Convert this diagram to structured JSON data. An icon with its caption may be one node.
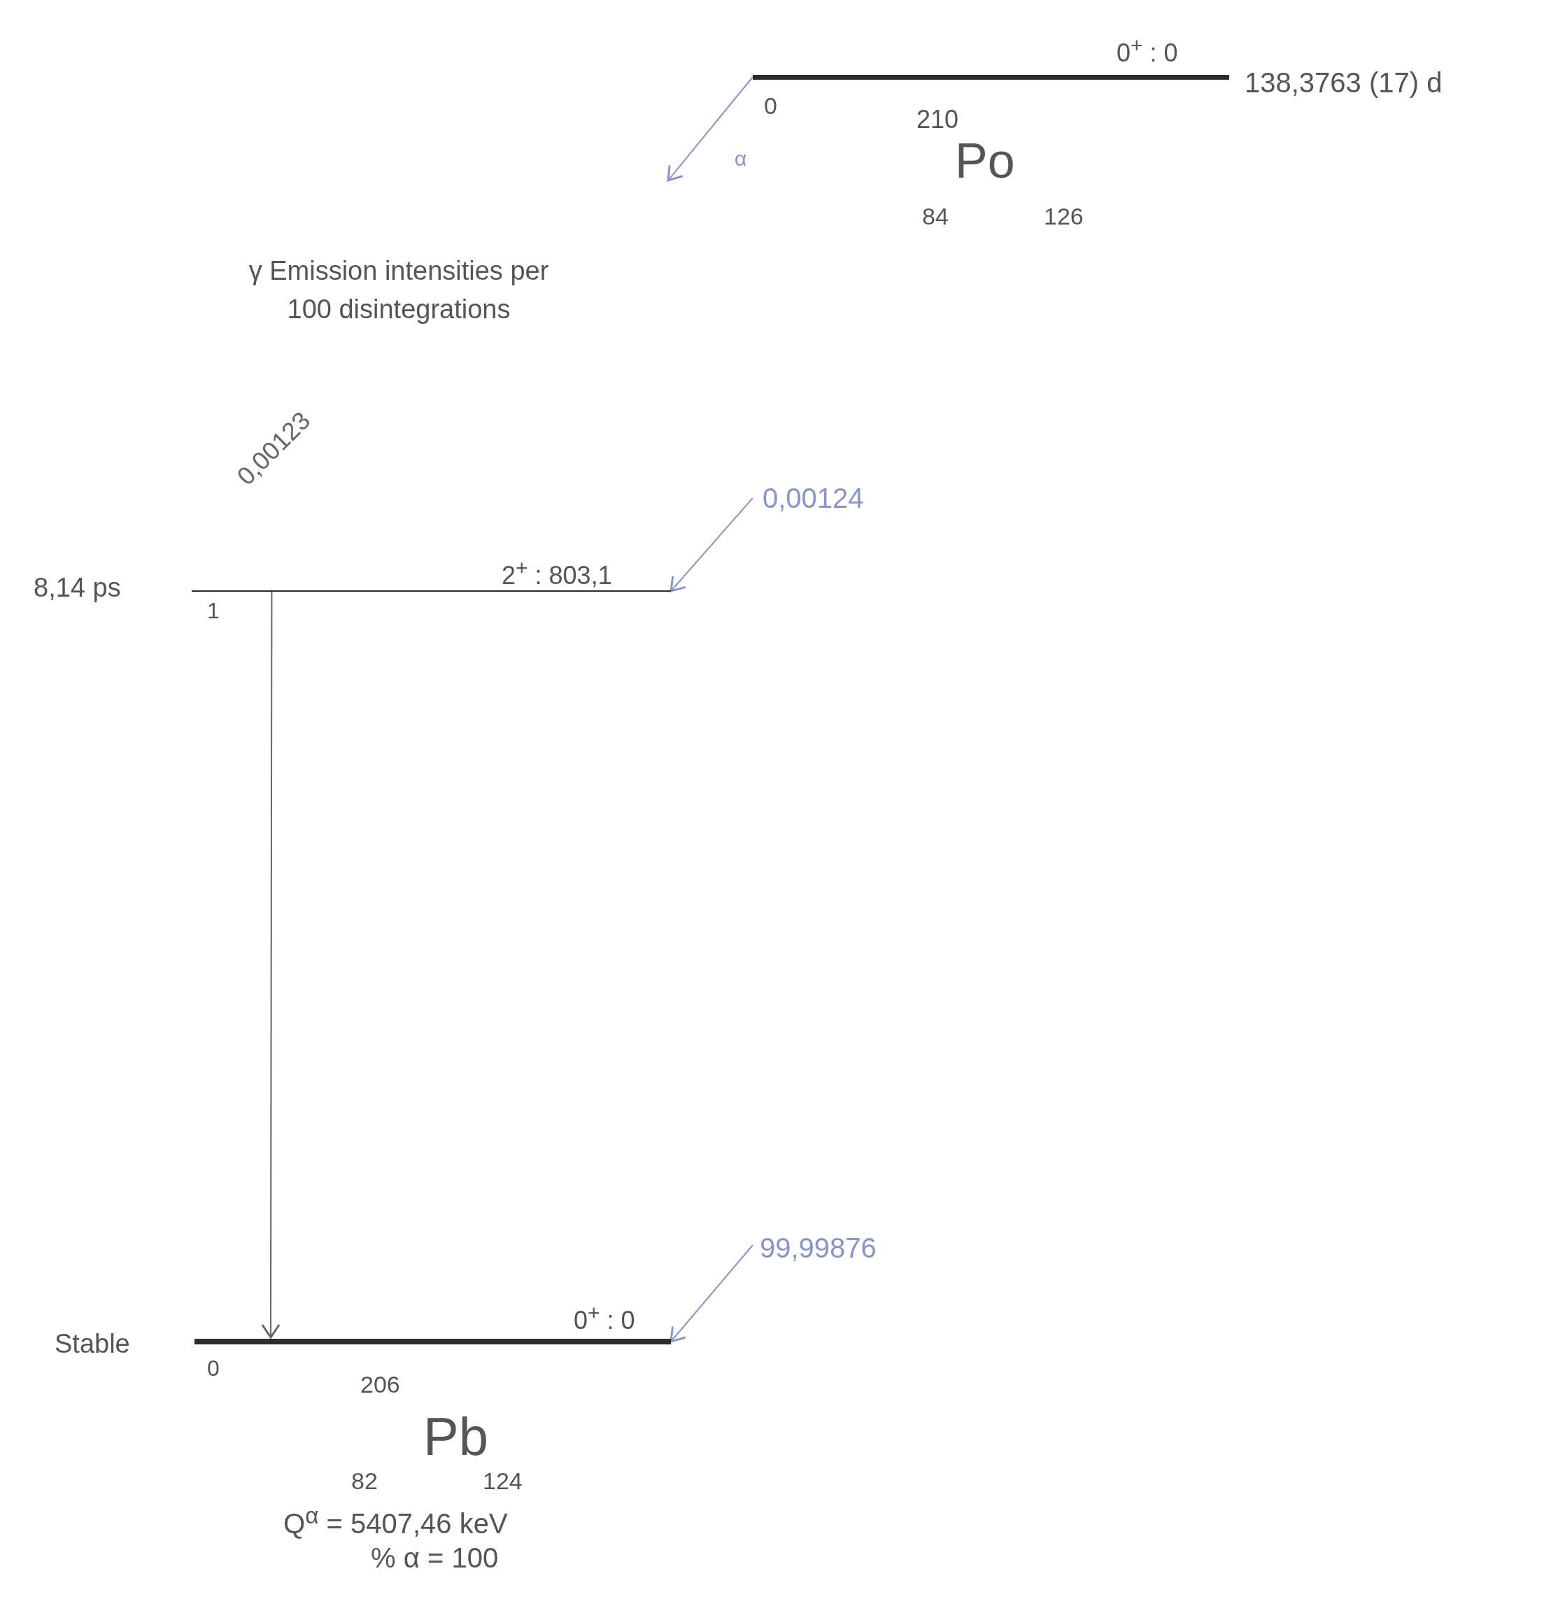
{
  "diagram": {
    "nodes": [
      {
        "text": [
          "0$^{+}$ : 0"
        ],
        "beside": [
          "138,3763 (17) d",
          "0"
        ]
      },
      {
        "text": [
          "2$^{+}$ : 803,1"
        ],
        "beside": [
          "8,14 ps",
          "1"
        ]
      },
      {
        "text": [
          "0$^{+}$ : 0"
        ],
        "beside": [
          "Stable",
          "0"
        ]
      }
    ],
    "edges": [
      {
        "from": 0,
        "to": null,
        "arrow": "to",
        "label": "α",
        "color": "#8a93cc"
      },
      {
        "from": null,
        "to": 1,
        "arrow": "to",
        "label": "0,00124",
        "color": "#8a93cc"
      },
      {
        "from": null,
        "to": 2,
        "arrow": "to",
        "label": "99,99876",
        "color": "#8a93cc"
      },
      {
        "from": 1,
        "to": 2,
        "arrow": "to",
        "label": "0,00123",
        "color": "#666666"
      }
    ],
    "labels": [
      "210",
      "Po",
      "84",
      "126",
      "γ Emission intensities per 100 disintegrations",
      "206",
      "Pb",
      "82",
      "124",
      "Q$^{α}$ = 5407,46 keV",
      "% α = 100"
    ]
  }
}
